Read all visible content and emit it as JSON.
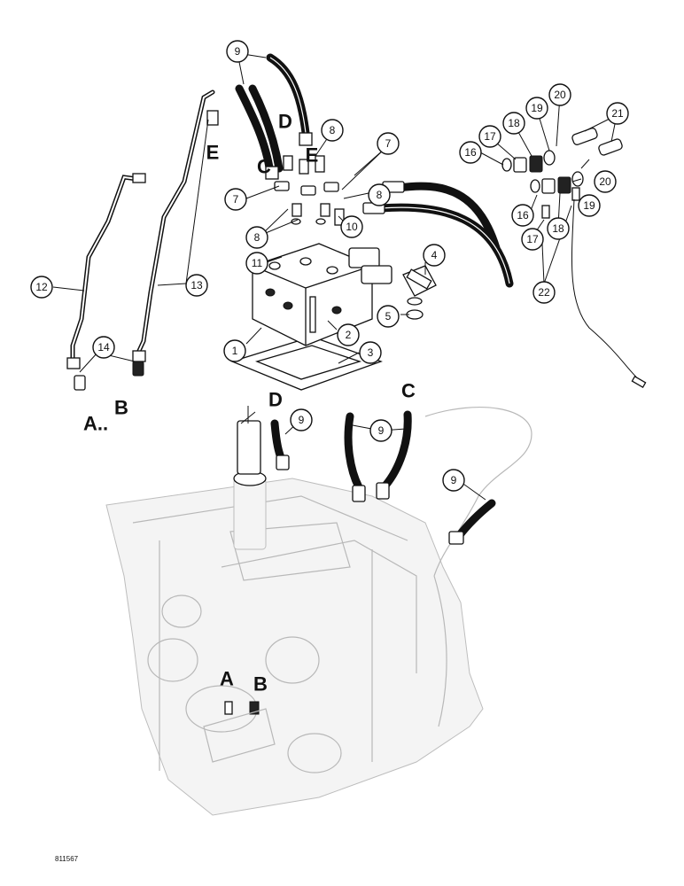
{
  "figure_id": "811567",
  "callouts": [
    {
      "n": "1"
    },
    {
      "n": "2"
    },
    {
      "n": "3"
    },
    {
      "n": "4"
    },
    {
      "n": "5"
    },
    {
      "n": "7"
    },
    {
      "n": "7"
    },
    {
      "n": "8"
    },
    {
      "n": "8"
    },
    {
      "n": "8"
    },
    {
      "n": "9"
    },
    {
      "n": "9"
    },
    {
      "n": "9"
    },
    {
      "n": "9"
    },
    {
      "n": "10"
    },
    {
      "n": "11"
    },
    {
      "n": "12"
    },
    {
      "n": "13"
    },
    {
      "n": "14"
    },
    {
      "n": "16"
    },
    {
      "n": "16"
    },
    {
      "n": "17"
    },
    {
      "n": "17"
    },
    {
      "n": "18"
    },
    {
      "n": "18"
    },
    {
      "n": "19"
    },
    {
      "n": "19"
    },
    {
      "n": "20"
    },
    {
      "n": "20"
    },
    {
      "n": "21"
    },
    {
      "n": "22"
    }
  ],
  "letters": [
    "E",
    "D",
    "C",
    "E",
    "A..",
    "B",
    "D",
    "C",
    "A",
    "B"
  ]
}
